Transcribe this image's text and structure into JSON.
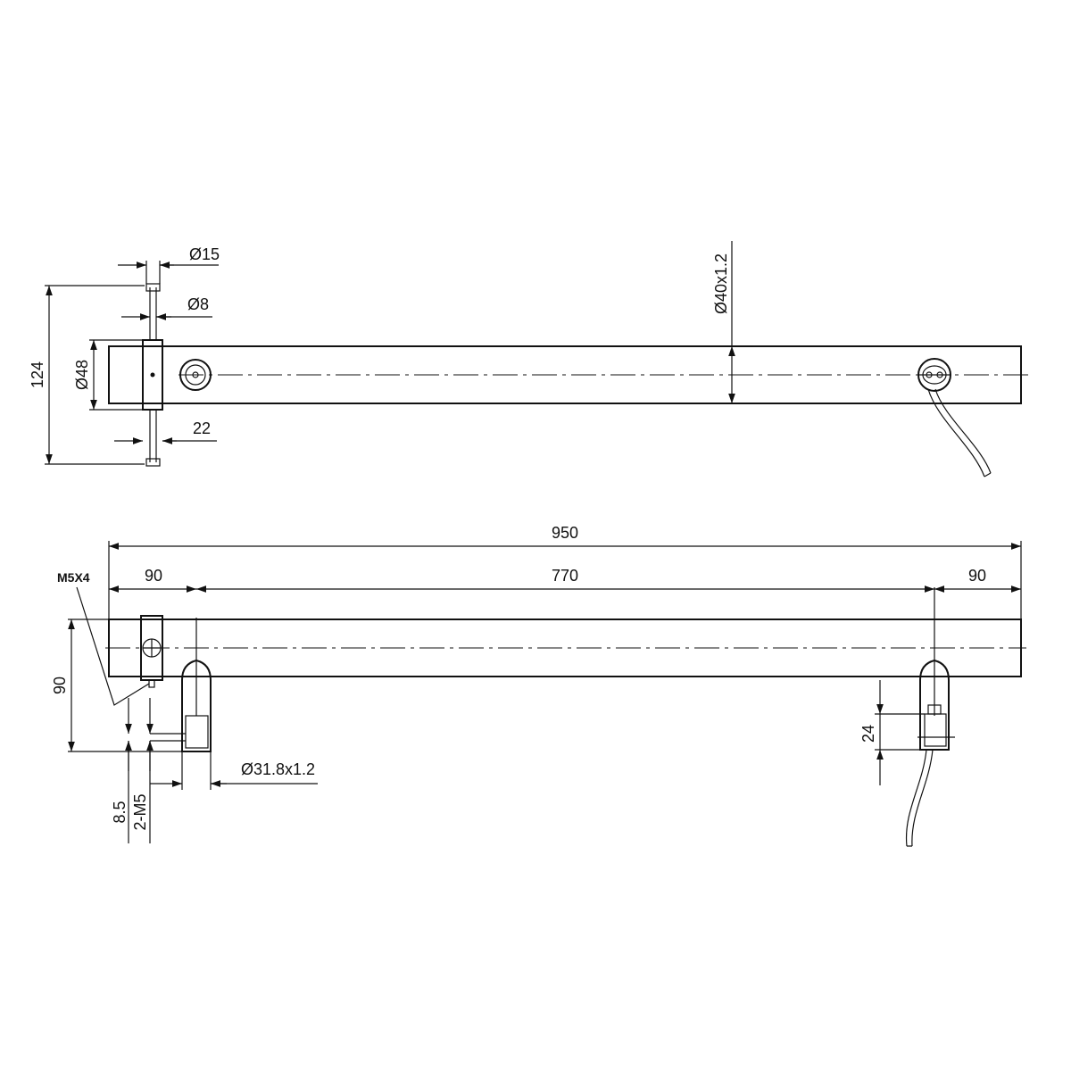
{
  "dimensions": {
    "d15": "Ø15",
    "d8": "Ø8",
    "d48": "Ø48",
    "h124": "124",
    "w22": "22",
    "tube": "Ø40x1.2",
    "total": "950",
    "left_offset": "90",
    "center_span": "770",
    "right_offset": "90",
    "thread": "M5X4",
    "h90": "90",
    "leg_tube": "Ø31.8x1.2",
    "d8_5": "8.5",
    "screws": "2-M5",
    "h24": "24"
  }
}
